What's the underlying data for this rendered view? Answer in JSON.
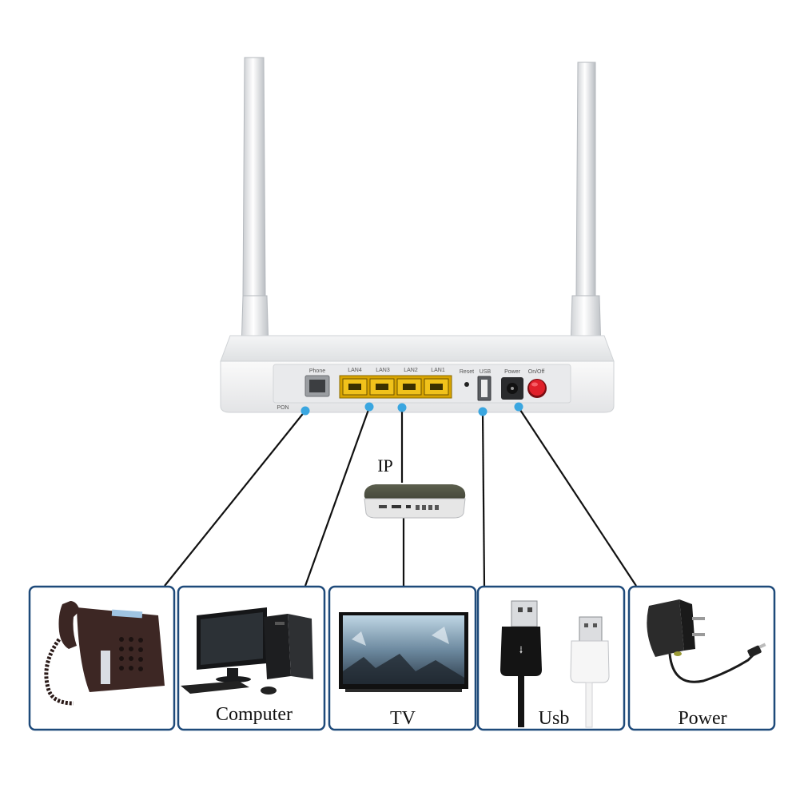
{
  "router": {
    "ports": {
      "phone": "Phone",
      "lan4": "LAN4",
      "lan3": "LAN3",
      "lan2": "LAN2",
      "lan1": "LAN1",
      "reset": "Reset",
      "usb": "USB",
      "power": "Power",
      "onoff": "On/Off",
      "pon": "PON"
    }
  },
  "settop": {
    "label": "IP"
  },
  "devices": [
    {
      "id": "phone",
      "label": ""
    },
    {
      "id": "computer",
      "label": "Computer"
    },
    {
      "id": "tv",
      "label": "TV"
    },
    {
      "id": "usb",
      "label": "Usb"
    },
    {
      "id": "power",
      "label": "Power"
    }
  ],
  "colors": {
    "box_border": "#1e4a7a",
    "connector_dot": "#3aa6e0",
    "lan_port": "#e8b400",
    "power_button": "#e0202a",
    "wire": "#111111"
  }
}
